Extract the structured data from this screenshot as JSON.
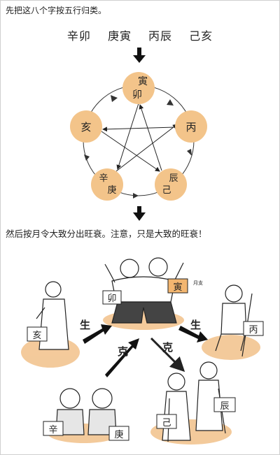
{
  "intro_text": "先把这八个字按五行归类。",
  "pillars": [
    "辛卯",
    "庚寅",
    "丙辰",
    "己亥"
  ],
  "wheel": {
    "top": [
      "寅",
      "卯"
    ],
    "right": "丙",
    "bottom_right": [
      "辰",
      "己"
    ],
    "bottom_left": [
      "辛",
      "庚"
    ],
    "left": "亥"
  },
  "note_text": "然后按月令大致分出旺衰。注意，只是大致的旺衰！",
  "scene": {
    "tag_mao": "卯",
    "tag_yin": "寅",
    "month_label": "月支",
    "tag_hai": "亥",
    "tag_bing": "丙",
    "tag_xin": "辛",
    "tag_geng": "庚",
    "tag_ji": "己",
    "tag_chen": "辰",
    "sheng_left": "生",
    "sheng_right": "生",
    "ke_left": "克",
    "ke_right": "克"
  },
  "colors": {
    "element_circle": "#f3c48a",
    "accent": "#e8a252"
  }
}
